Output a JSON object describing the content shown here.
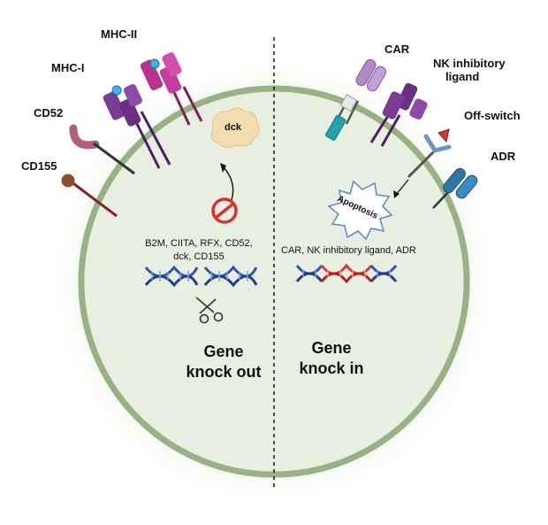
{
  "labels": {
    "mhc2": "MHC-II",
    "mhc1": "MHC-I",
    "cd52": "CD52",
    "cd155": "CD155",
    "car": "CAR",
    "nk_inhibitory_line1": "NK inhibitory",
    "nk_inhibitory_line2": "ligand",
    "off_switch": "Off-switch",
    "adr": "ADR",
    "dck": "dck",
    "apoptosis": "Apoptosis"
  },
  "knock_out": {
    "genes_line1": "B2M, CIITA, RFX, CD52,",
    "genes_line2": "dck, CD155",
    "title_line1": "Gene",
    "title_line2": "knock out"
  },
  "knock_in": {
    "genes": "CAR, NK inhibitory ligand, ADR",
    "title_line1": "Gene",
    "title_line2": "knock in"
  },
  "colors": {
    "cell_fill": "#e8efe0",
    "cell_border": "#97b283",
    "mhc_purple": "#7a3d93",
    "mhc2_magenta": "#c43d9a",
    "cd52_pink": "#b35e7a",
    "cd155_brown": "#8a4f2a",
    "car_teal": "#23a3a8",
    "adr_blue": "#2a78a8",
    "dna_blue": "#2b55a8",
    "dna_red": "#d83535",
    "dck_tan": "#f2ddb0",
    "no_sign_red": "#d83030"
  }
}
